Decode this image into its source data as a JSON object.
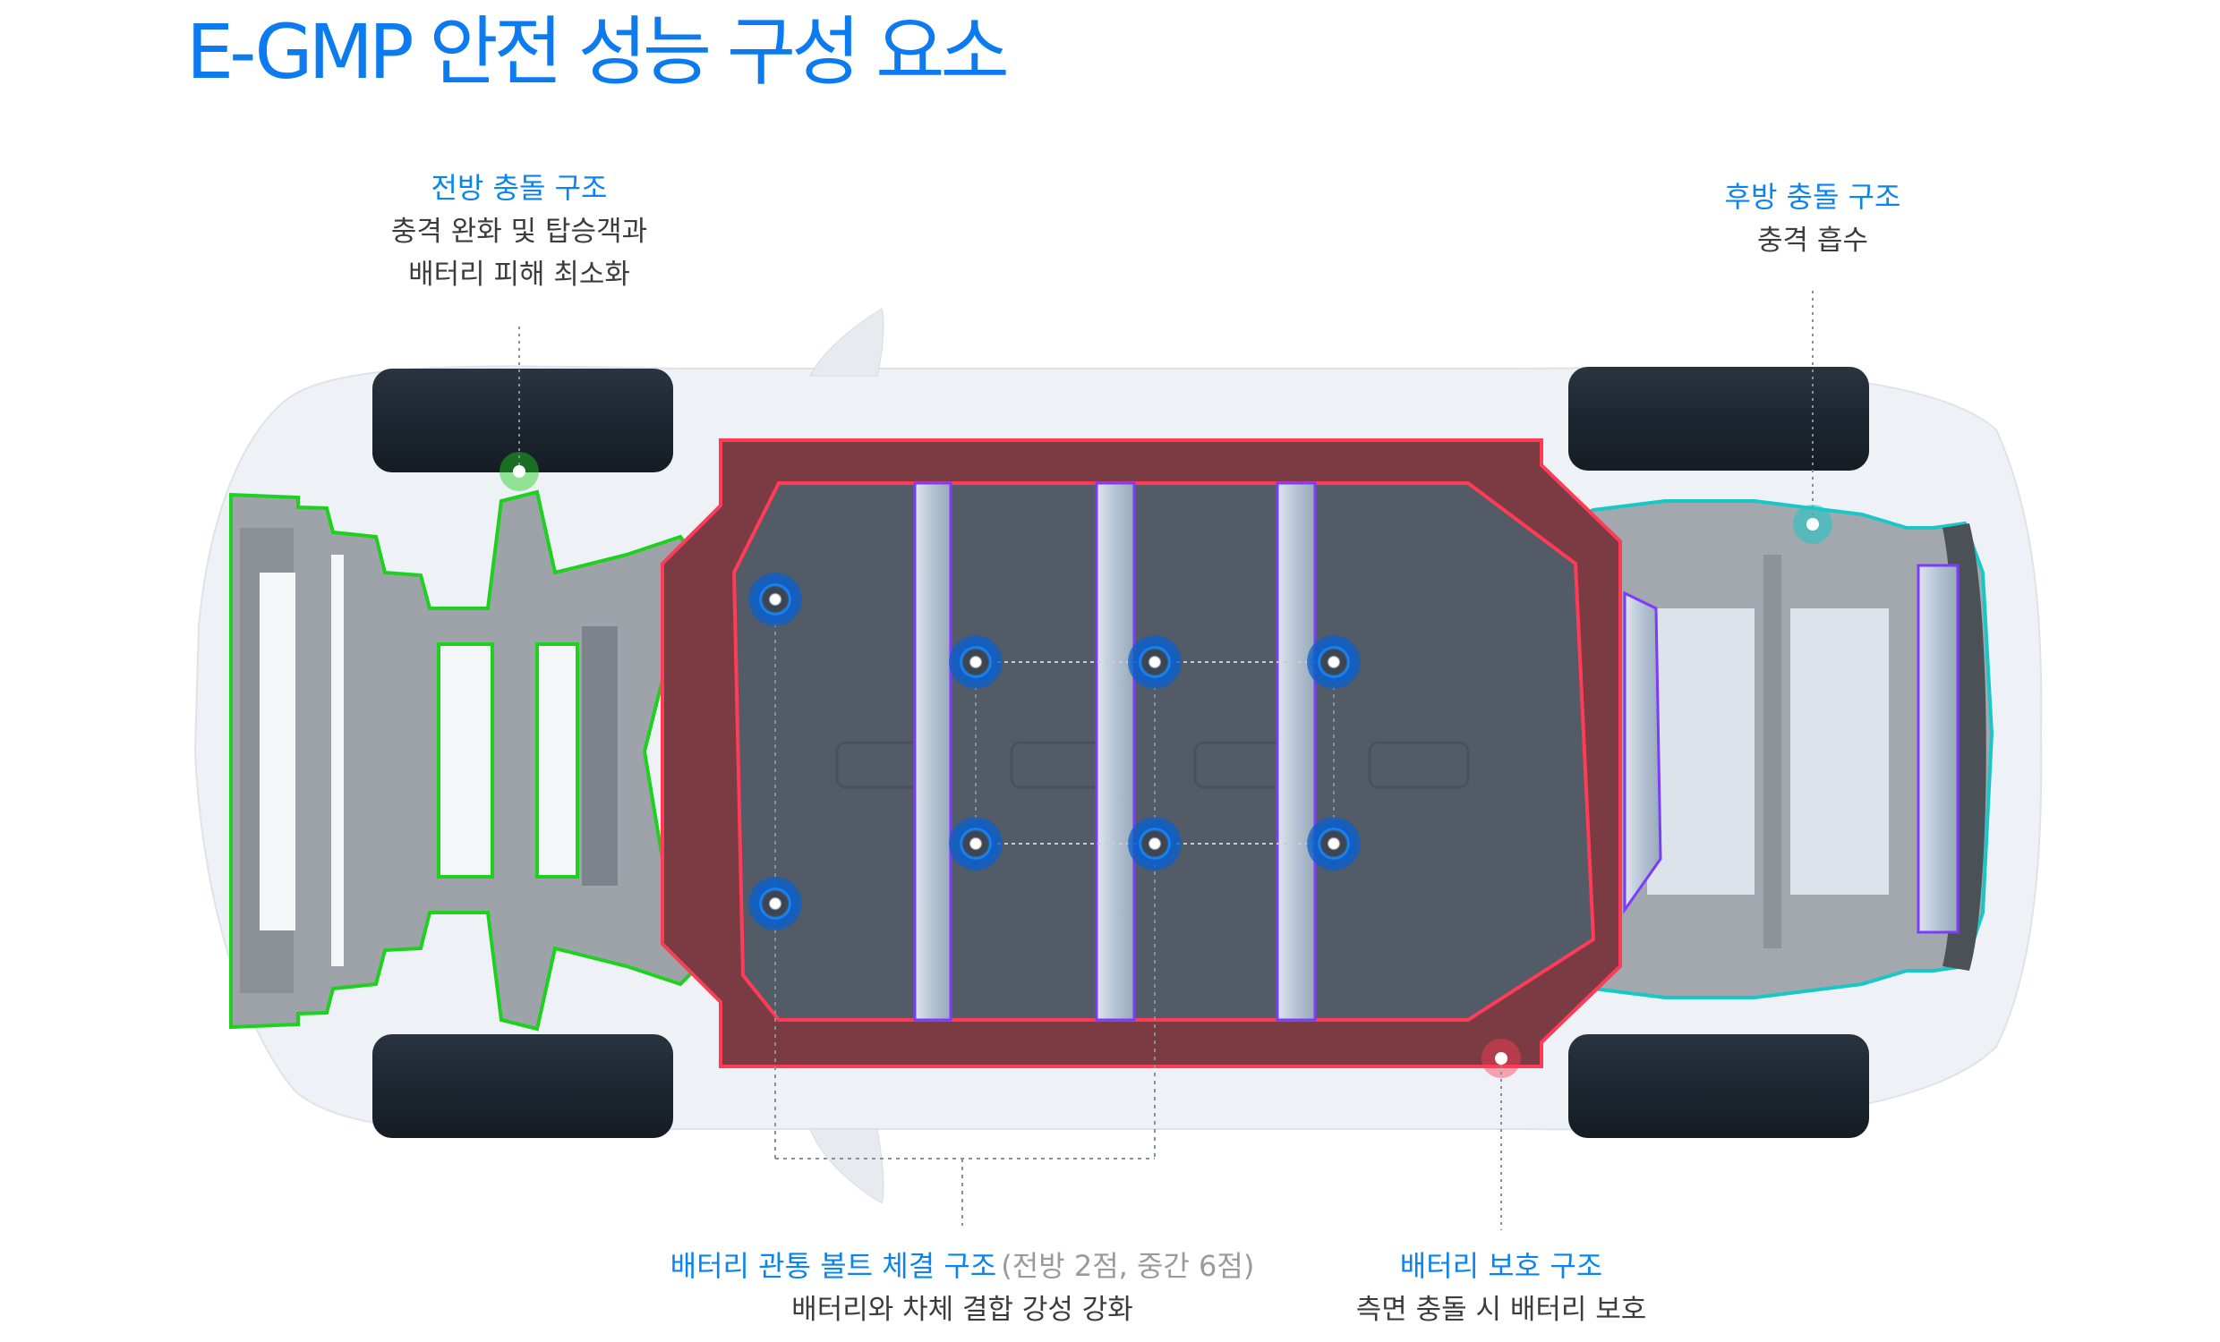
{
  "title": "E-GMP 안전 성능 구성 요소",
  "colors": {
    "title": "#0b7bef",
    "label_heading": "#0a84ee",
    "label_text": "#3c3c3c",
    "label_note": "#9a9a9a",
    "front_structure": "#1fd11f",
    "side_sill": "#ff3b57",
    "bolt": "#0a6fe0",
    "rear_structure": "#19c7c7",
    "cross_member": "#7b3cff",
    "battery": "#535c66",
    "tire": "#1f2833"
  },
  "callouts": {
    "front": {
      "heading": "전방 충돌 구조",
      "line1": "충격 완화 및 탑승객과",
      "line2": "배터리 피해 최소화",
      "marker_color": "green"
    },
    "rear": {
      "heading": "후방 충돌 구조",
      "line1": "충격 흡수",
      "marker_color": "cyan"
    },
    "bolts": {
      "heading": "배터리 관통 볼트 체결 구조",
      "note": "(전방 2점, 중간 6점)",
      "line1": "배터리와 차체 결합 강성 강화",
      "marker_color": "blue",
      "front_points": 2,
      "middle_points": 6
    },
    "battery_protection": {
      "heading": "배터리 보호 구조",
      "line1": "측면 충돌 시 배터리 보호",
      "marker_color": "red"
    }
  }
}
